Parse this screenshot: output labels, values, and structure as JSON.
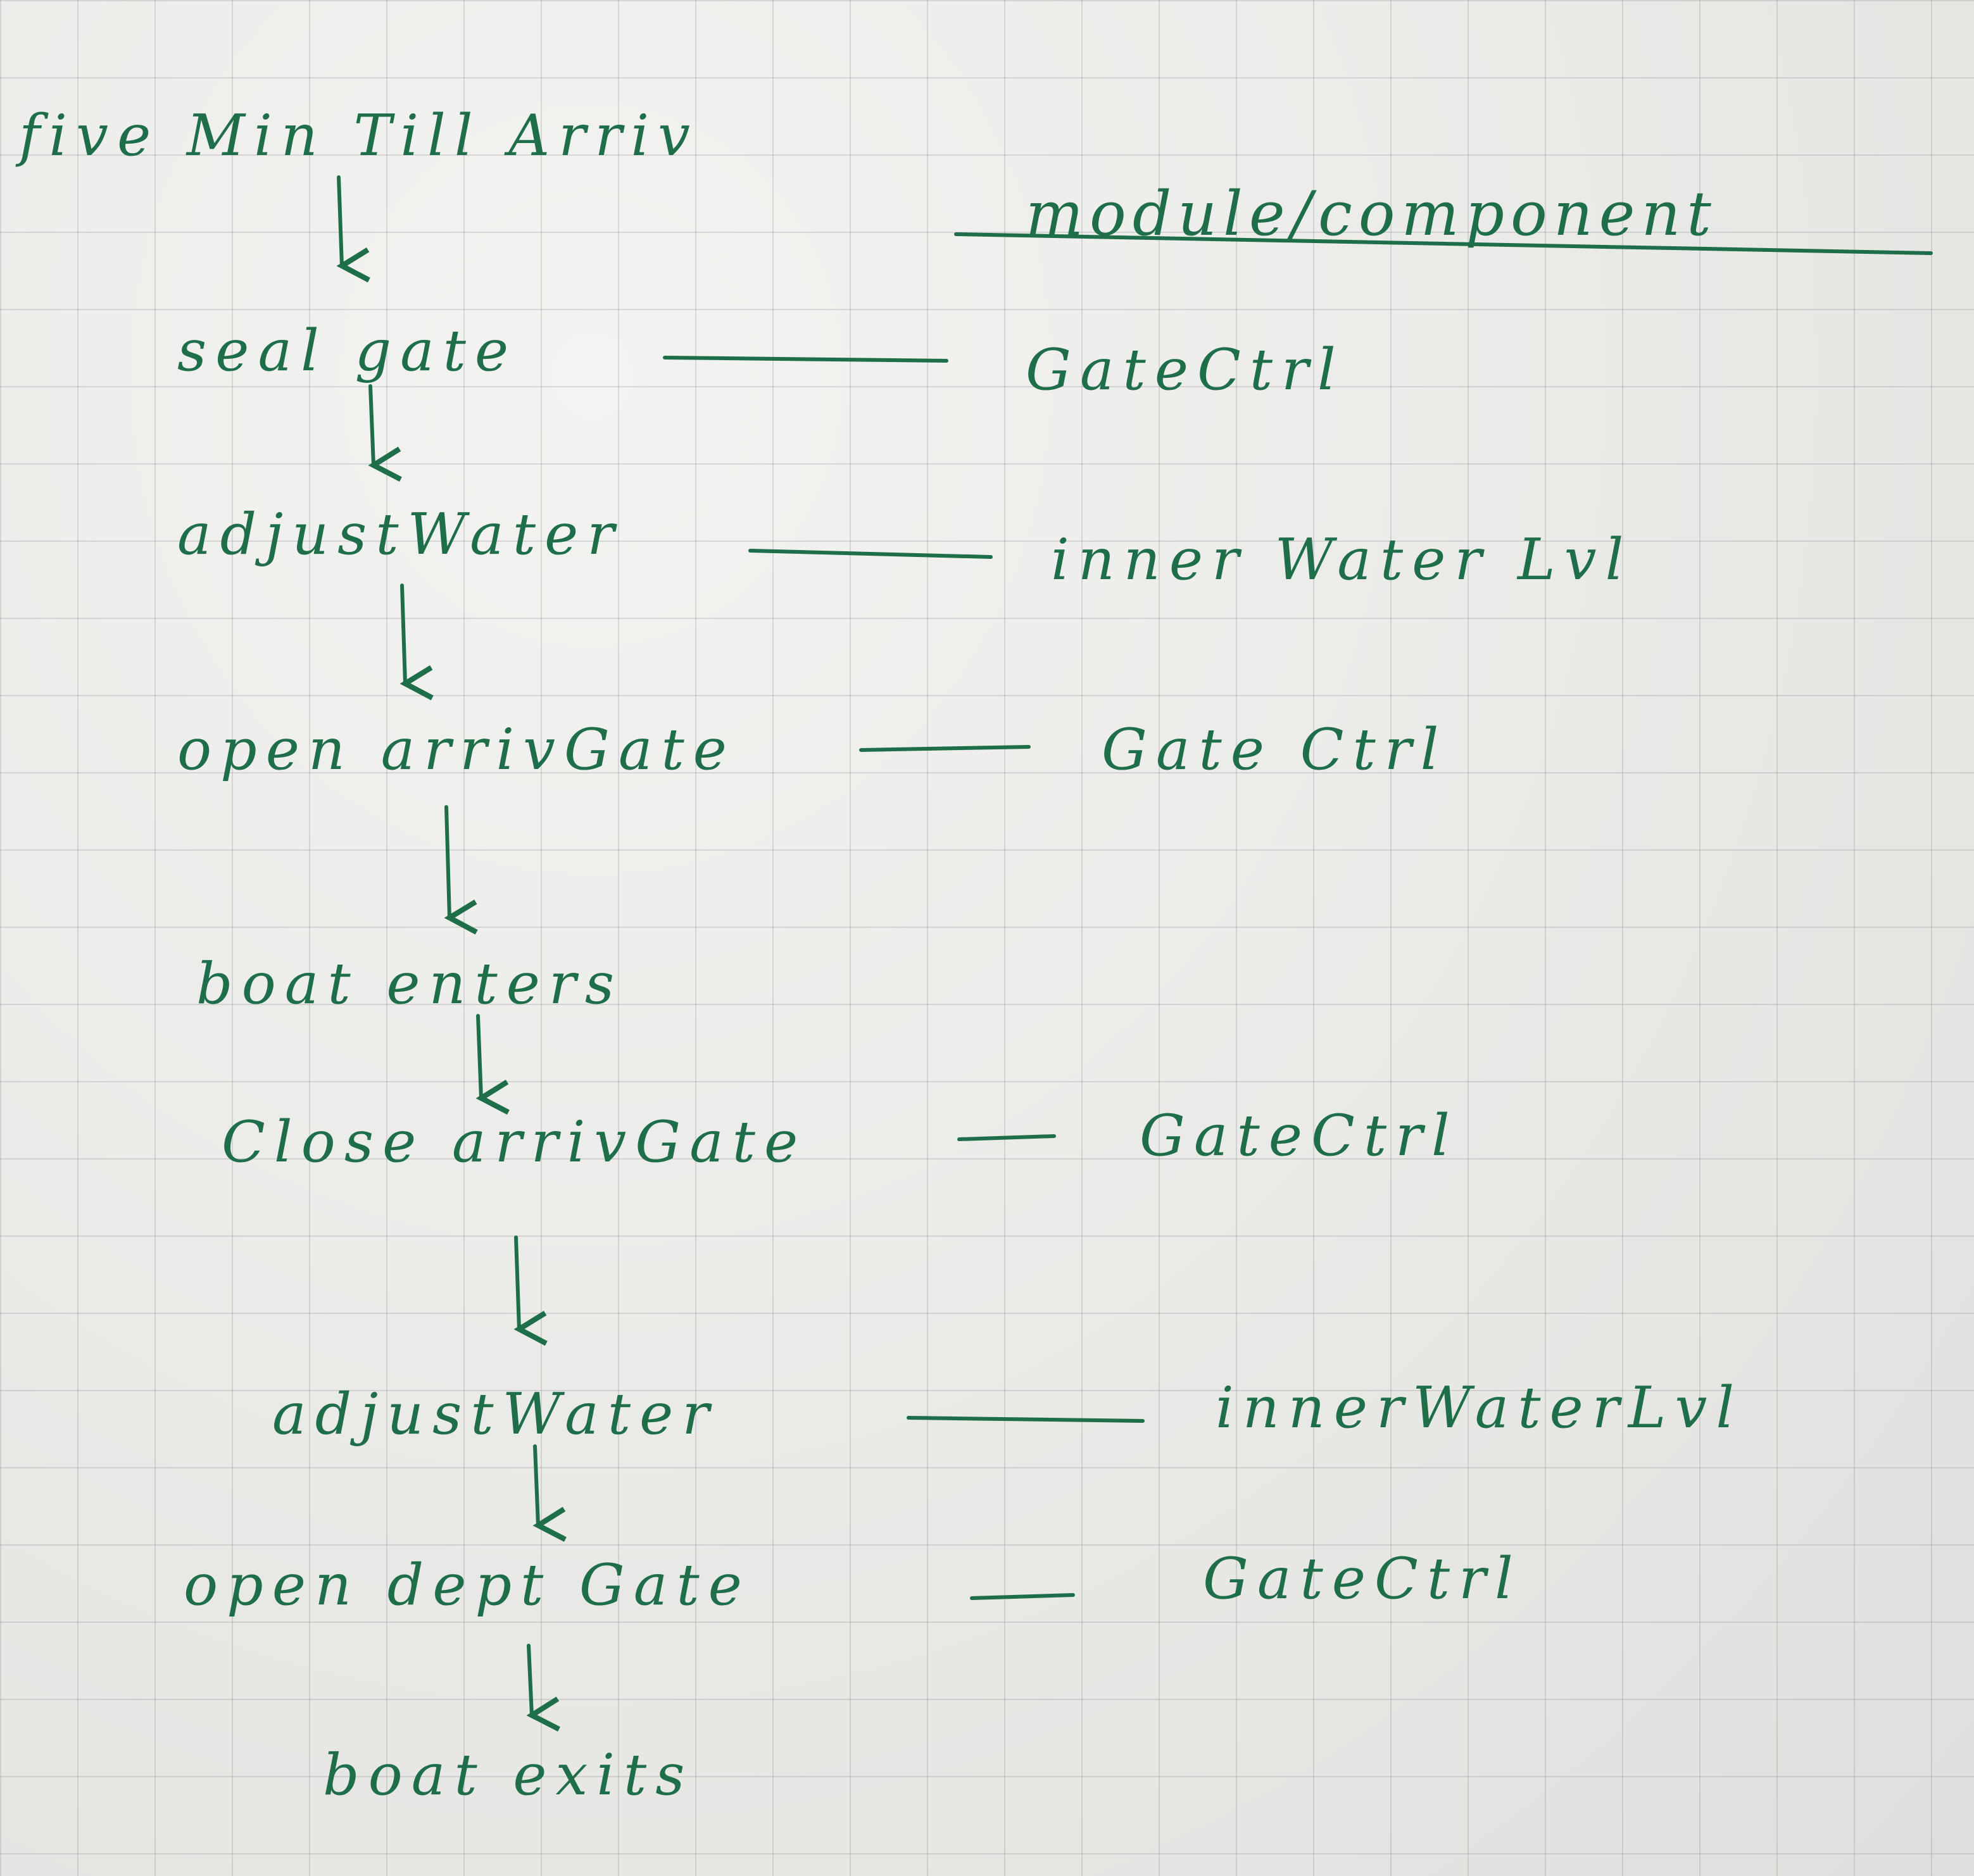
{
  "header": {
    "label": "module/component"
  },
  "steps": [
    {
      "label": "five Min Till Arriv"
    },
    {
      "label": "seal gate",
      "module": "GateCtrl"
    },
    {
      "label": "adjustWater",
      "module": "inner Water Lvl"
    },
    {
      "label": "open arrivGate",
      "module": "Gate Ctrl"
    },
    {
      "label": "boat enters"
    },
    {
      "label": "Close arrivGate",
      "module": "GateCtrl"
    },
    {
      "label": "adjustWater",
      "module": "innerWaterLvl"
    },
    {
      "label": "open dept Gate",
      "module": "GateCtrl"
    },
    {
      "label": "boat exits"
    }
  ],
  "colors": {
    "ink": "#1f6e4a",
    "paper": "#ececea",
    "grid": "#a0a0aa"
  }
}
